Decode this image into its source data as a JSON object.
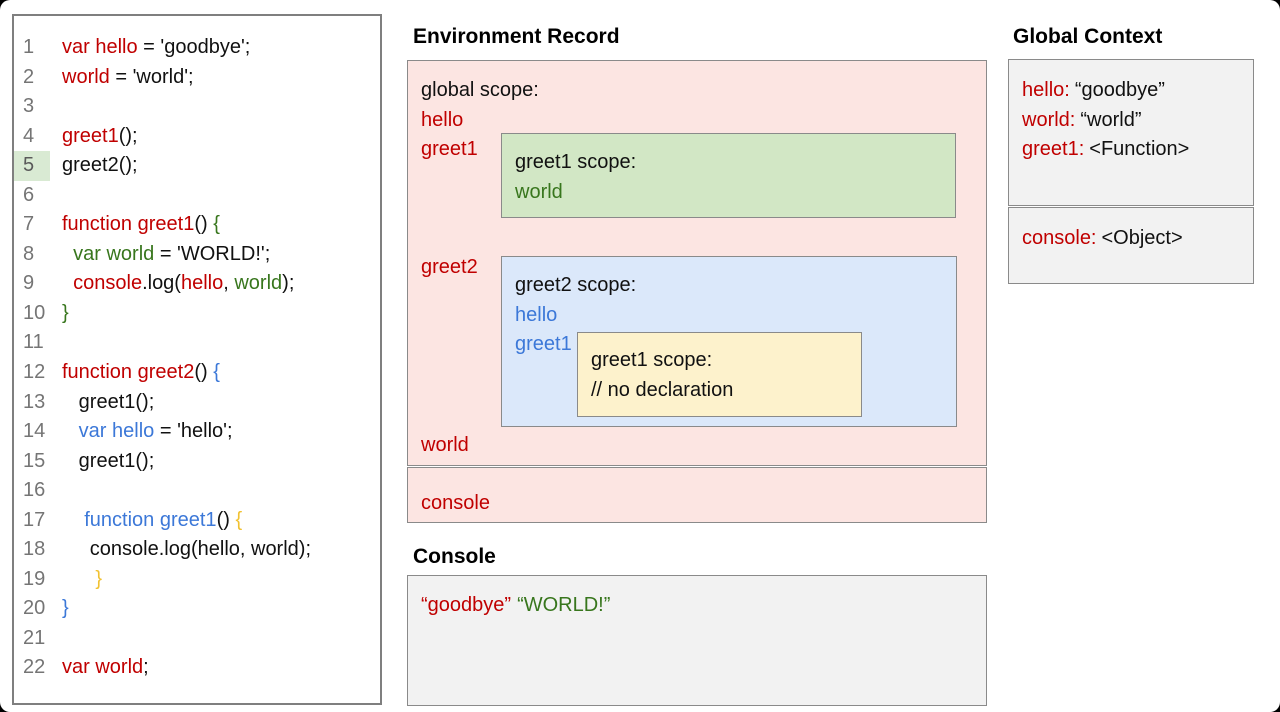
{
  "palette": {
    "code_red": "#c00000",
    "code_green": "#38761d",
    "code_blue": "#3c78d8",
    "code_yellow": "#f1c232",
    "global_scope_bg": "#fce5e2",
    "greet1_scope_bg": "#d2e7c5",
    "greet2_scope_bg": "#dbe8fa",
    "inner_greet1_scope_bg": "#fdf2cc",
    "context_bg": "#f2f2f2",
    "active_line_highlight": "#d9ead3"
  },
  "code_panel": {
    "active_line": "5",
    "lines": [
      {
        "n": "1",
        "highlight": false,
        "segments": [
          {
            "t": "var hello",
            "c": "red"
          },
          {
            "t": " = 'goodbye';",
            "c": "k"
          }
        ]
      },
      {
        "n": "2",
        "highlight": false,
        "segments": [
          {
            "t": "world",
            "c": "red"
          },
          {
            "t": " = 'world';",
            "c": "k"
          }
        ]
      },
      {
        "n": "3",
        "highlight": false,
        "segments": []
      },
      {
        "n": "4",
        "highlight": false,
        "segments": [
          {
            "t": "greet1",
            "c": "red"
          },
          {
            "t": "();",
            "c": "k"
          }
        ]
      },
      {
        "n": "5",
        "highlight": true,
        "segments": [
          {
            "t": "greet2();",
            "c": "k"
          }
        ]
      },
      {
        "n": "6",
        "highlight": false,
        "segments": []
      },
      {
        "n": "7",
        "highlight": false,
        "segments": [
          {
            "t": "function greet1",
            "c": "red"
          },
          {
            "t": "() ",
            "c": "k"
          },
          {
            "t": "{",
            "c": "green"
          }
        ]
      },
      {
        "n": "8",
        "highlight": false,
        "segments": [
          {
            "t": "  ",
            "c": "k"
          },
          {
            "t": "var world",
            "c": "green"
          },
          {
            "t": " = 'WORLD!';",
            "c": "k"
          }
        ]
      },
      {
        "n": "9",
        "highlight": false,
        "segments": [
          {
            "t": "  ",
            "c": "k"
          },
          {
            "t": "console",
            "c": "red"
          },
          {
            "t": ".log(",
            "c": "k"
          },
          {
            "t": "hello",
            "c": "red"
          },
          {
            "t": ", ",
            "c": "k"
          },
          {
            "t": "world",
            "c": "green"
          },
          {
            "t": ");",
            "c": "k"
          }
        ]
      },
      {
        "n": "10",
        "highlight": false,
        "segments": [
          {
            "t": "}",
            "c": "green"
          }
        ]
      },
      {
        "n": "11",
        "highlight": false,
        "segments": []
      },
      {
        "n": "12",
        "highlight": false,
        "segments": [
          {
            "t": "function greet2",
            "c": "red"
          },
          {
            "t": "() ",
            "c": "k"
          },
          {
            "t": "{",
            "c": "blue"
          }
        ]
      },
      {
        "n": "13",
        "highlight": false,
        "segments": [
          {
            "t": "   greet1();",
            "c": "k"
          }
        ]
      },
      {
        "n": "14",
        "highlight": false,
        "segments": [
          {
            "t": "   ",
            "c": "k"
          },
          {
            "t": "var hello",
            "c": "blue"
          },
          {
            "t": " = 'hello';",
            "c": "k"
          }
        ]
      },
      {
        "n": "15",
        "highlight": false,
        "segments": [
          {
            "t": "   greet1();",
            "c": "k"
          }
        ]
      },
      {
        "n": "16",
        "highlight": false,
        "segments": []
      },
      {
        "n": "17",
        "highlight": false,
        "segments": [
          {
            "t": "    ",
            "c": "k"
          },
          {
            "t": "function greet1",
            "c": "blue"
          },
          {
            "t": "() ",
            "c": "k"
          },
          {
            "t": "{",
            "c": "yellow"
          }
        ]
      },
      {
        "n": "18",
        "highlight": false,
        "segments": [
          {
            "t": "     console.log(hello, world);",
            "c": "k"
          }
        ]
      },
      {
        "n": "19",
        "highlight": false,
        "segments": [
          {
            "t": "      ",
            "c": "k"
          },
          {
            "t": "}",
            "c": "yellow"
          }
        ]
      },
      {
        "n": "20",
        "highlight": false,
        "segments": [
          {
            "t": "}",
            "c": "blue"
          }
        ]
      },
      {
        "n": "21",
        "highlight": false,
        "segments": []
      },
      {
        "n": "22",
        "highlight": false,
        "segments": [
          {
            "t": "var world",
            "c": "red"
          },
          {
            "t": ";",
            "c": "k"
          }
        ]
      }
    ]
  },
  "environment_record": {
    "title": "Environment Record",
    "global_scope": {
      "label": "global scope:",
      "var_hello": "hello",
      "var_greet1": "greet1",
      "var_greet2": "greet2",
      "var_world": "world"
    },
    "greet1_scope": {
      "label": "greet1 scope:",
      "var_world": "world"
    },
    "greet2_scope": {
      "label": "greet2 scope:",
      "var_hello": "hello",
      "var_greet1": "greet1"
    },
    "inner_greet1_scope": {
      "label": "greet1 scope:",
      "comment": "// no declaration"
    },
    "console_label": "console"
  },
  "console_panel": {
    "title": "Console",
    "entries": [
      {
        "text": "“goodbye”",
        "color": "red"
      },
      {
        "text": "“WORLD!”",
        "color": "green"
      }
    ]
  },
  "global_context": {
    "title": "Global Context",
    "entries": [
      {
        "name": "hello:",
        "value": "“goodbye”"
      },
      {
        "name": "world:",
        "value": "“world”"
      },
      {
        "name": "greet1:",
        "value": "<Function>"
      }
    ],
    "console_entry": {
      "name": "console:",
      "value": "<Object>"
    }
  }
}
